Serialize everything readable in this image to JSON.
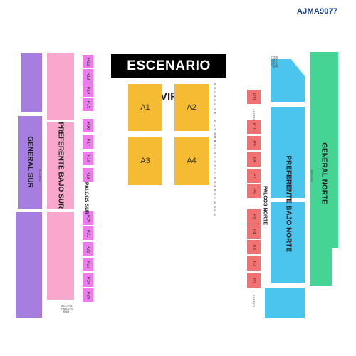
{
  "map_code": "AJMA9077",
  "stage": "ESCENARIO",
  "vip_label": "VIP",
  "vip_blocks": [
    "A1",
    "A2",
    "A3",
    "A4"
  ],
  "general_sur": "GENERAL SUR",
  "general_norte": "GENERAL NORTE",
  "preferente_sur": "PREFERENTE BAJO SUR",
  "preferente_norte": "PREFERENTE BAJO NORTE",
  "palcos_sur": "PALCOS SUR",
  "palcos_norte": "PALCOS NORTE",
  "palcos_sur_boxes": [
    "P12",
    "P13",
    "P14",
    "P15",
    "P16",
    "P17",
    "P18",
    "P19",
    "P20",
    "P21",
    "P22",
    "P23",
    "P24",
    "P25"
  ],
  "palcos_norte_boxes": [
    "P11",
    "P10",
    "P9",
    "P8",
    "P7",
    "P6",
    "P5",
    "P4",
    "P3",
    "P2",
    "P1"
  ],
  "small_labels": {
    "acceso_norte": "ACCESO PALCOS NORTE",
    "acceso_sur": "ACCESO PALCOS SUR",
    "acceso": "ACCESO"
  },
  "row_letters_top": "A B C D E F G H I J K L M N O P",
  "row_letters_bottom": "Q R S T U V W X Y Z AA BB CC DD EE"
}
